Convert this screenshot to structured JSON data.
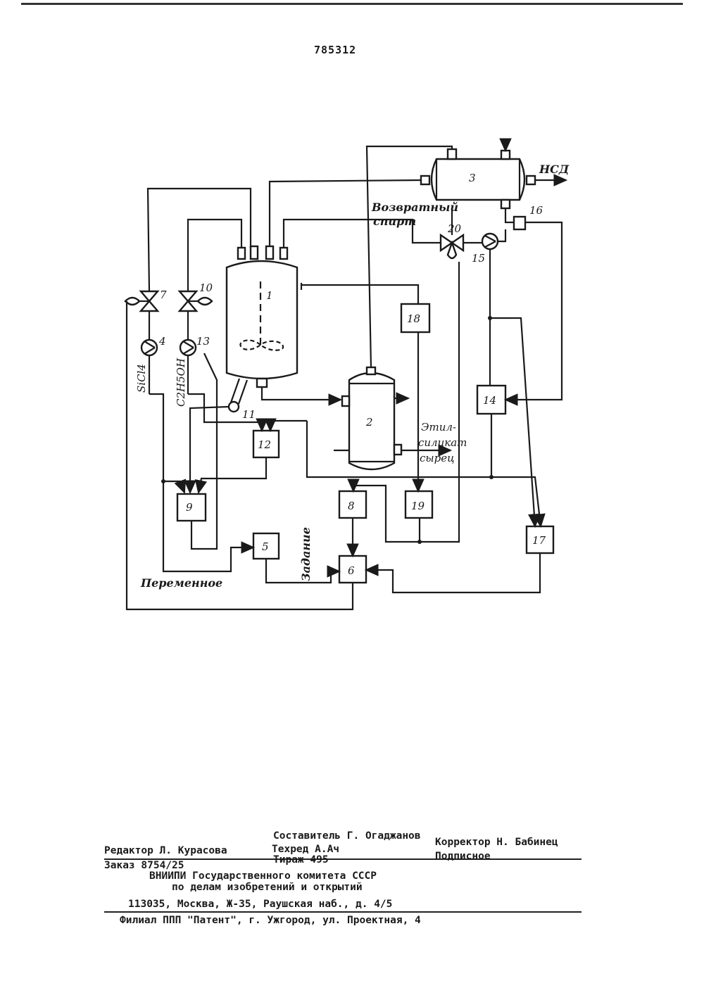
{
  "header": {
    "patent_number": "785312"
  },
  "diagram": {
    "labels": {
      "nsd": "НСД",
      "return_alcohol_1": "Возвратный",
      "return_alcohol_2": "спирт",
      "ethylsilicate_1": "Этил-",
      "ethylsilicate_2": "силикат",
      "ethylsilicate_3": "сырец",
      "sicl4": "SiCl4",
      "ethanol": "C2H5OH",
      "task": "Задание",
      "variable": "Переменное"
    },
    "numbers": {
      "n1": "1",
      "n2": "2",
      "n3": "3",
      "n4": "4",
      "n5": "5",
      "n6": "6",
      "n7": "7",
      "n8": "8",
      "n9": "9",
      "n10": "10",
      "n11": "11",
      "n12": "12",
      "n13": "13",
      "n14": "14",
      "n15": "15",
      "n16": "16",
      "n17": "17",
      "n18": "18",
      "n19": "19",
      "n20": "20"
    }
  },
  "imprint": {
    "compiler": "Составитель Г. Огаджанов",
    "editor": "Редактор Л. Курасова",
    "techred": "Техред  А.Ач",
    "corrector": "Корректор Н. Бабинец",
    "order": "Заказ 8754/25",
    "circulation": "Тираж 495",
    "subscription": "Подписное",
    "org_1": "ВНИИПИ Государственного комитета СССР",
    "org_2": "по делам изобретений и открытий",
    "address": "113035, Москва, Ж-35, Раушская наб., д. 4/5",
    "branch": "Филиал ППП \"Патент\", г. Ужгород, ул. Проектная, 4"
  }
}
